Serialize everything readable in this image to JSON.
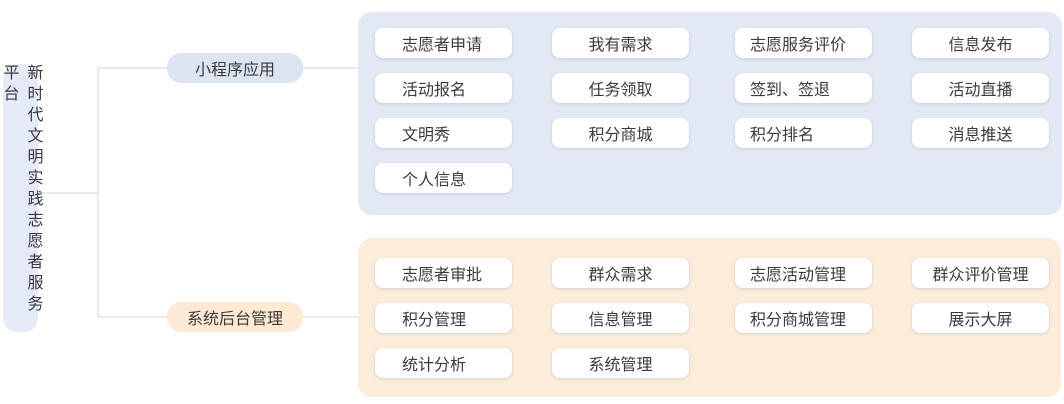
{
  "theme": {
    "background": "#ffffff",
    "blue_panel": "#e3e9f4",
    "blue_label": "#dce4f2",
    "root_box": "#e4eaf8",
    "orange_panel": "#fcecda",
    "orange_label": "#fde9d4",
    "line": "#ccd7e7",
    "node_bg": "#ffffff",
    "text": "#3a3a3a"
  },
  "root": {
    "label": "新时代文明实践志愿者服务平台"
  },
  "branches": [
    {
      "label": "小程序应用",
      "items": [
        "志愿者申请",
        "我有需求",
        "志愿服务评价",
        "信息发布",
        "活动报名",
        "任务领取",
        "签到、签退",
        "活动直播",
        "文明秀",
        "积分商城",
        "积分排名",
        "消息推送",
        "个人信息"
      ]
    },
    {
      "label": "系统后台管理",
      "items": [
        "志愿者审批",
        "群众需求",
        "志愿活动管理",
        "群众评价管理",
        "积分管理",
        "信息管理",
        "积分商城管理",
        "展示大屏",
        "统计分析",
        "系统管理"
      ]
    }
  ]
}
